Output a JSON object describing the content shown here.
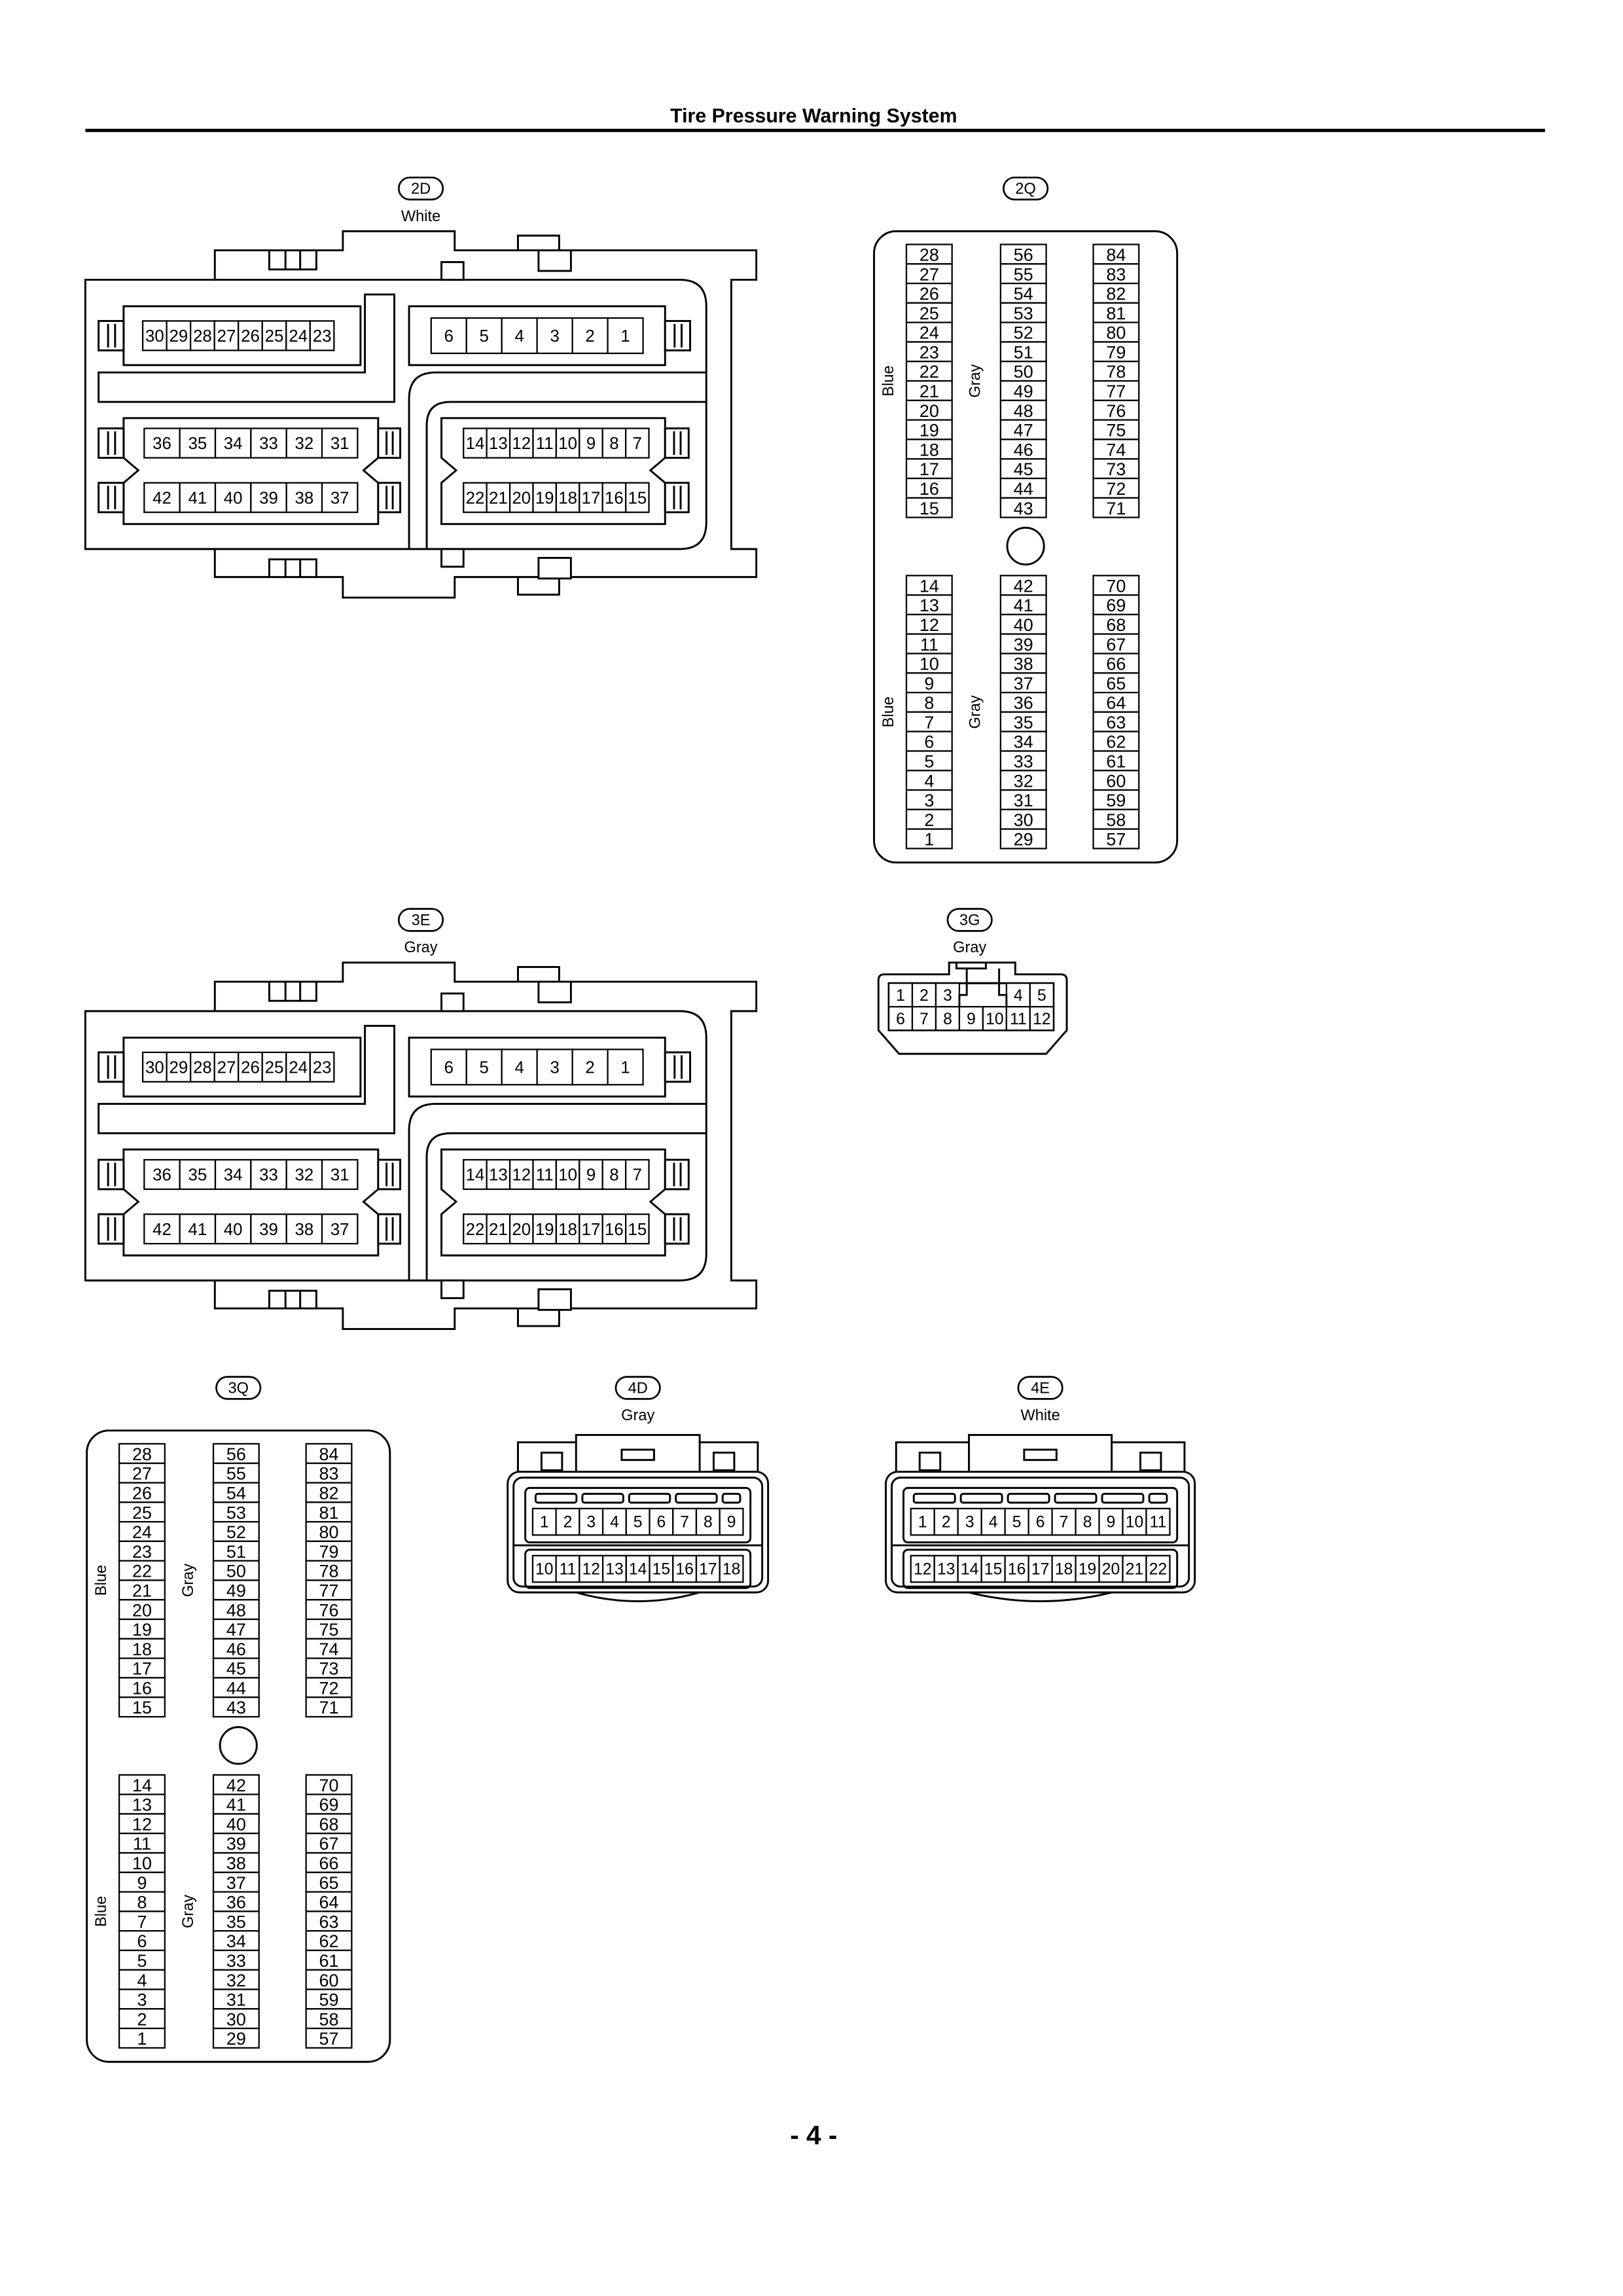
{
  "header": {
    "title": "Tire Pressure Warning System"
  },
  "footer": {
    "page_number": "- 4 -"
  },
  "connectors": {
    "c2D": {
      "code": "2D",
      "color": "White",
      "pins": {
        "a": [
          [
            "30",
            "29",
            "28",
            "27",
            "26",
            "25",
            "24",
            "23"
          ]
        ],
        "b": [
          [
            "6",
            "5",
            "4",
            "3",
            "2",
            "1"
          ]
        ],
        "c": [
          [
            "36",
            "35",
            "34",
            "33",
            "32",
            "31"
          ],
          [
            "42",
            "41",
            "40",
            "39",
            "38",
            "37"
          ]
        ],
        "d": [
          [
            "14",
            "13",
            "12",
            "11",
            "10",
            "9",
            "8",
            "7"
          ],
          [
            "22",
            "21",
            "20",
            "19",
            "18",
            "17",
            "16",
            "15"
          ]
        ]
      }
    },
    "c2Q": {
      "code": "2Q",
      "upper": {
        "labels": [
          "Blue",
          "Gray"
        ],
        "columns": [
          [
            "28",
            "27",
            "26",
            "25",
            "24",
            "23",
            "22",
            "21",
            "20",
            "19",
            "18",
            "17",
            "16",
            "15"
          ],
          [
            "56",
            "55",
            "54",
            "53",
            "52",
            "51",
            "50",
            "49",
            "48",
            "47",
            "46",
            "45",
            "44",
            "43"
          ],
          [
            "84",
            "83",
            "82",
            "81",
            "80",
            "79",
            "78",
            "77",
            "76",
            "75",
            "74",
            "73",
            "72",
            "71"
          ]
        ]
      },
      "lower": {
        "labels": [
          "Blue",
          "Gray"
        ],
        "columns": [
          [
            "14",
            "13",
            "12",
            "11",
            "10",
            "9",
            "8",
            "7",
            "6",
            "5",
            "4",
            "3",
            "2",
            "1"
          ],
          [
            "42",
            "41",
            "40",
            "39",
            "38",
            "37",
            "36",
            "35",
            "34",
            "33",
            "32",
            "31",
            "30",
            "29"
          ],
          [
            "70",
            "69",
            "68",
            "67",
            "66",
            "65",
            "64",
            "63",
            "62",
            "61",
            "60",
            "59",
            "58",
            "57"
          ]
        ]
      }
    },
    "c3E": {
      "code": "3E",
      "color": "Gray",
      "pins": {
        "a": [
          [
            "30",
            "29",
            "28",
            "27",
            "26",
            "25",
            "24",
            "23"
          ]
        ],
        "b": [
          [
            "6",
            "5",
            "4",
            "3",
            "2",
            "1"
          ]
        ],
        "c": [
          [
            "36",
            "35",
            "34",
            "33",
            "32",
            "31"
          ],
          [
            "42",
            "41",
            "40",
            "39",
            "38",
            "37"
          ]
        ],
        "d": [
          [
            "14",
            "13",
            "12",
            "11",
            "10",
            "9",
            "8",
            "7"
          ],
          [
            "22",
            "21",
            "20",
            "19",
            "18",
            "17",
            "16",
            "15"
          ]
        ]
      }
    },
    "c3G": {
      "code": "3G",
      "color": "Gray",
      "pins": {
        "row1_left": [
          "1",
          "2",
          "3"
        ],
        "row1_right": [
          "4",
          "5"
        ],
        "row2": [
          "6",
          "7",
          "8",
          "9",
          "10",
          "11",
          "12"
        ]
      }
    },
    "c3Q": {
      "code": "3Q",
      "upper": {
        "labels": [
          "Blue",
          "Gray"
        ],
        "columns": [
          [
            "28",
            "27",
            "26",
            "25",
            "24",
            "23",
            "22",
            "21",
            "20",
            "19",
            "18",
            "17",
            "16",
            "15"
          ],
          [
            "56",
            "55",
            "54",
            "53",
            "52",
            "51",
            "50",
            "49",
            "48",
            "47",
            "46",
            "45",
            "44",
            "43"
          ],
          [
            "84",
            "83",
            "82",
            "81",
            "80",
            "79",
            "78",
            "77",
            "76",
            "75",
            "74",
            "73",
            "72",
            "71"
          ]
        ]
      },
      "lower": {
        "labels": [
          "Blue",
          "Gray"
        ],
        "columns": [
          [
            "14",
            "13",
            "12",
            "11",
            "10",
            "9",
            "8",
            "7",
            "6",
            "5",
            "4",
            "3",
            "2",
            "1"
          ],
          [
            "42",
            "41",
            "40",
            "39",
            "38",
            "37",
            "36",
            "35",
            "34",
            "33",
            "32",
            "31",
            "30",
            "29"
          ],
          [
            "70",
            "69",
            "68",
            "67",
            "66",
            "65",
            "64",
            "63",
            "62",
            "61",
            "60",
            "59",
            "58",
            "57"
          ]
        ]
      }
    },
    "c4D": {
      "code": "4D",
      "color": "Gray",
      "pins": {
        "row1": [
          "1",
          "2",
          "3",
          "4",
          "5",
          "6",
          "7",
          "8",
          "9"
        ],
        "row2": [
          "10",
          "11",
          "12",
          "13",
          "14",
          "15",
          "16",
          "17",
          "18"
        ]
      }
    },
    "c4E": {
      "code": "4E",
      "color": "White",
      "pins": {
        "row1": [
          "1",
          "2",
          "3",
          "4",
          "5",
          "6",
          "7",
          "8",
          "9",
          "10",
          "11"
        ],
        "row2": [
          "12",
          "13",
          "14",
          "15",
          "16",
          "17",
          "18",
          "19",
          "20",
          "21",
          "22"
        ]
      }
    }
  }
}
